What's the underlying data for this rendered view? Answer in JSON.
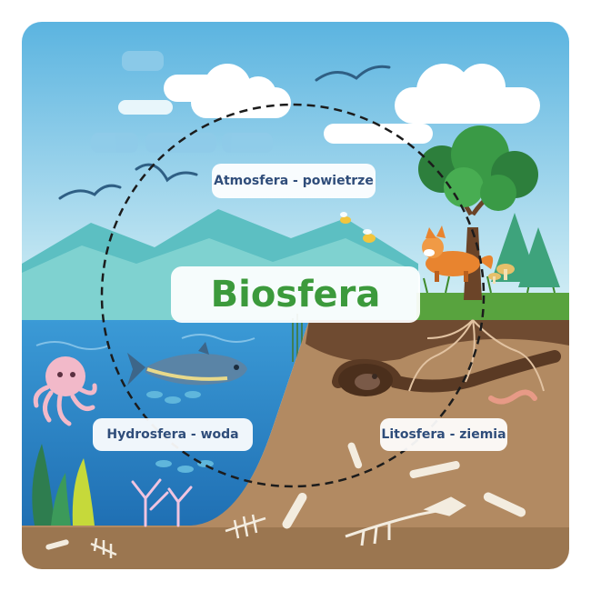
{
  "labels": {
    "atmosphere": "Atmosfera - powietrze",
    "biosphere": "Biosfera",
    "hydrosphere": "Hydrosfera - woda",
    "lithosphere": "Litosfera - ziemia"
  },
  "colors": {
    "sky": "#bfe6f2",
    "water": "#2f8fcd",
    "soil": "#b28a62",
    "biosphere_text": "#3c9a3c",
    "label_text": "#2f4d7a"
  }
}
